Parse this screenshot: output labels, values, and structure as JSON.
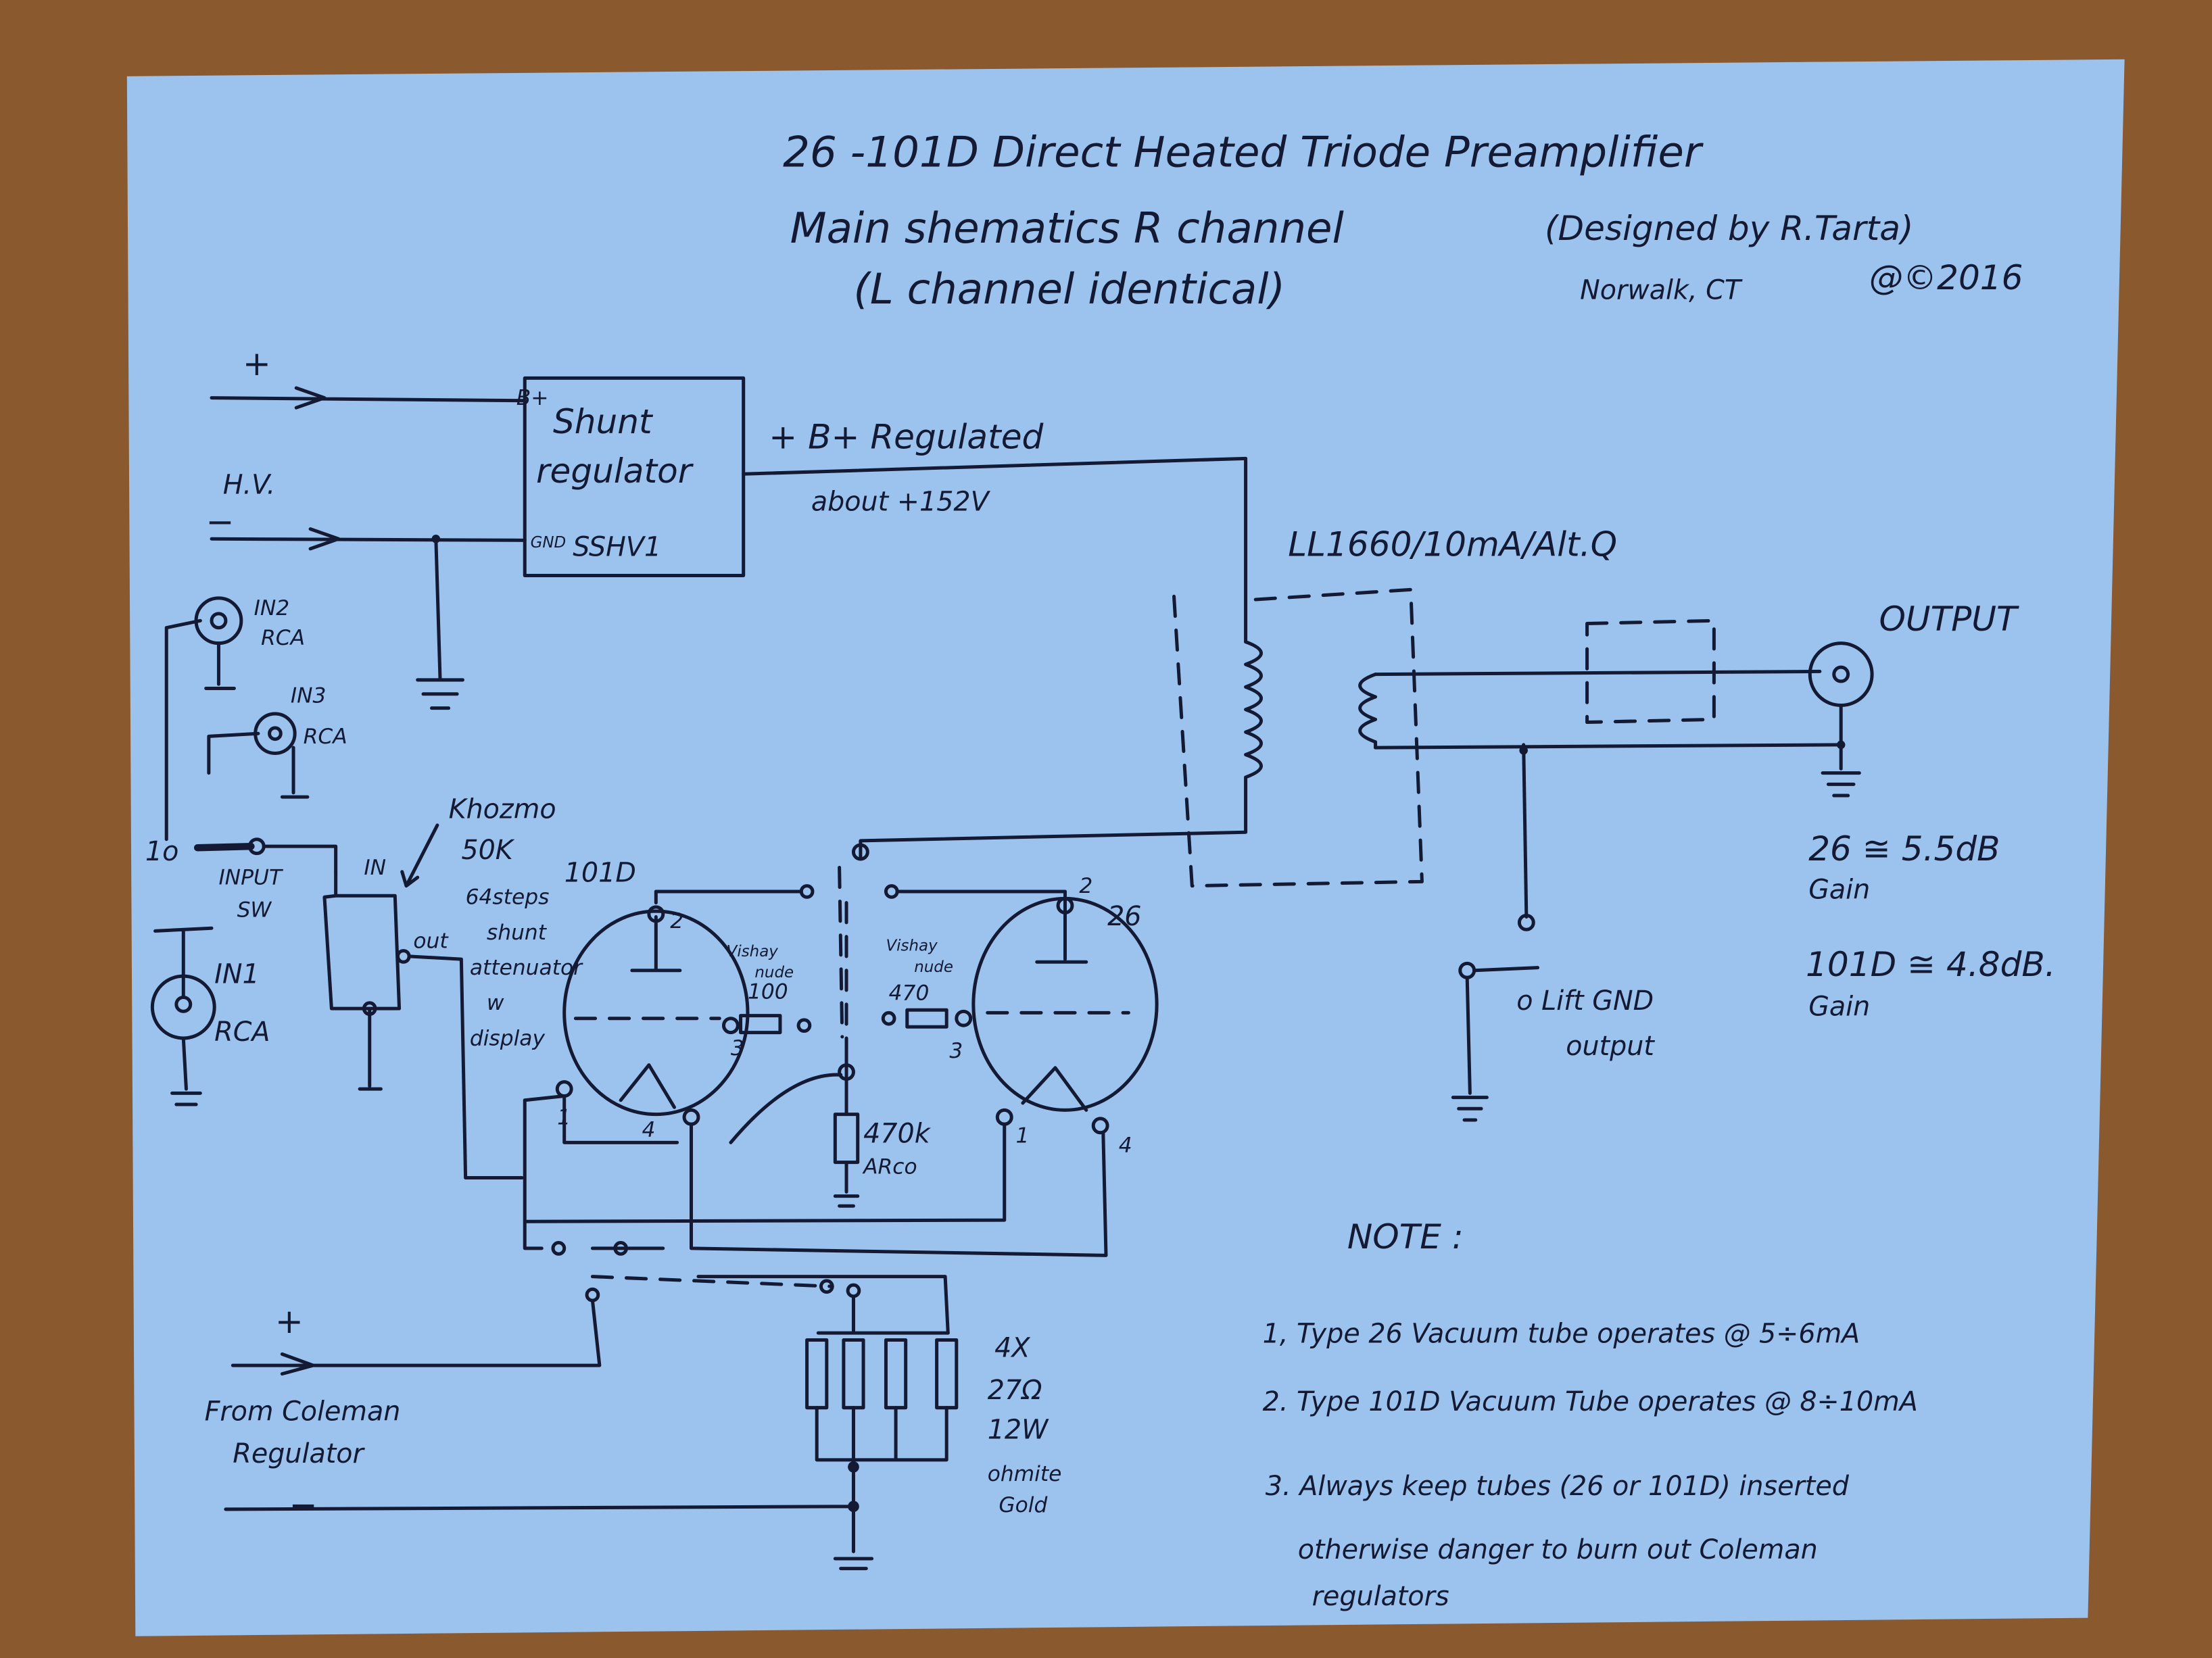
{
  "colors": {
    "paper": "#9cc3ee",
    "wood": "#8a5a2e",
    "ink": "#141a33"
  },
  "title": {
    "line1": "26 -101D Direct Heated Triode Preamplifier",
    "line2": "Main shematics R channel",
    "designer": "(Designed by R.Tarta)",
    "line3": "(L channel identical)",
    "location": "Norwalk, CT",
    "copyright": "@©2016"
  },
  "power_supply": {
    "plus": "+",
    "hv": "H.V.",
    "minus": "−",
    "regulator": {
      "bplus": "B+",
      "name1": "Shunt",
      "name2": "regulator",
      "gnd": "GND",
      "model": "SSHV1"
    },
    "regulated": "+ B+ Regulated",
    "voltage": "about +152V"
  },
  "inputs": {
    "in2": "IN2",
    "in2_type": "RCA",
    "in3": "IN3",
    "in3_type": "RCA",
    "in1": "IN1",
    "in1_type": "RCA",
    "sw_pos": "1o",
    "input_sw1": "INPUT",
    "input_sw2": "SW"
  },
  "attenuator": {
    "in": "IN",
    "out": "out",
    "lines": [
      "Khozmo",
      "50K",
      "64steps",
      "shunt",
      "attenuator",
      "w",
      "display"
    ]
  },
  "tubes": {
    "left_name": "101D",
    "right_name": "26",
    "pins": {
      "plate": "2",
      "grid": "3",
      "fil1": "1",
      "fil4": "4"
    },
    "grid_res_left": [
      "Vishay",
      "nude",
      "100"
    ],
    "grid_res_right": [
      "Vishay",
      "nude",
      "470"
    ],
    "grid_leak": [
      "470k",
      "ARco"
    ]
  },
  "filament": {
    "resistors": [
      "4X",
      "27Ω",
      "12W",
      "ohmite",
      "Gold"
    ],
    "plus": "+",
    "from1": "From Coleman",
    "from2": "Regulator",
    "minus": "−"
  },
  "output": {
    "transformer": "LL1660/10mA/Alt.Q",
    "label": "OUTPUT",
    "gain26": "26 ≅ 5.5dB",
    "gain26_label": "Gain",
    "gain101": "101D ≅ 4.8dB.",
    "gain101_label": "Gain",
    "lift1": "o Lift GND",
    "lift2": "output"
  },
  "notes": {
    "heading": "NOTE :",
    "items": [
      "1, Type 26 Vacuum tube operates @ 5÷6mA",
      "2. Type 101D Vacuum Tube operates @ 8÷10mA",
      "3. Always keep tubes (26 or 101D) inserted",
      "otherwise danger to burn out Coleman",
      "regulators"
    ]
  }
}
